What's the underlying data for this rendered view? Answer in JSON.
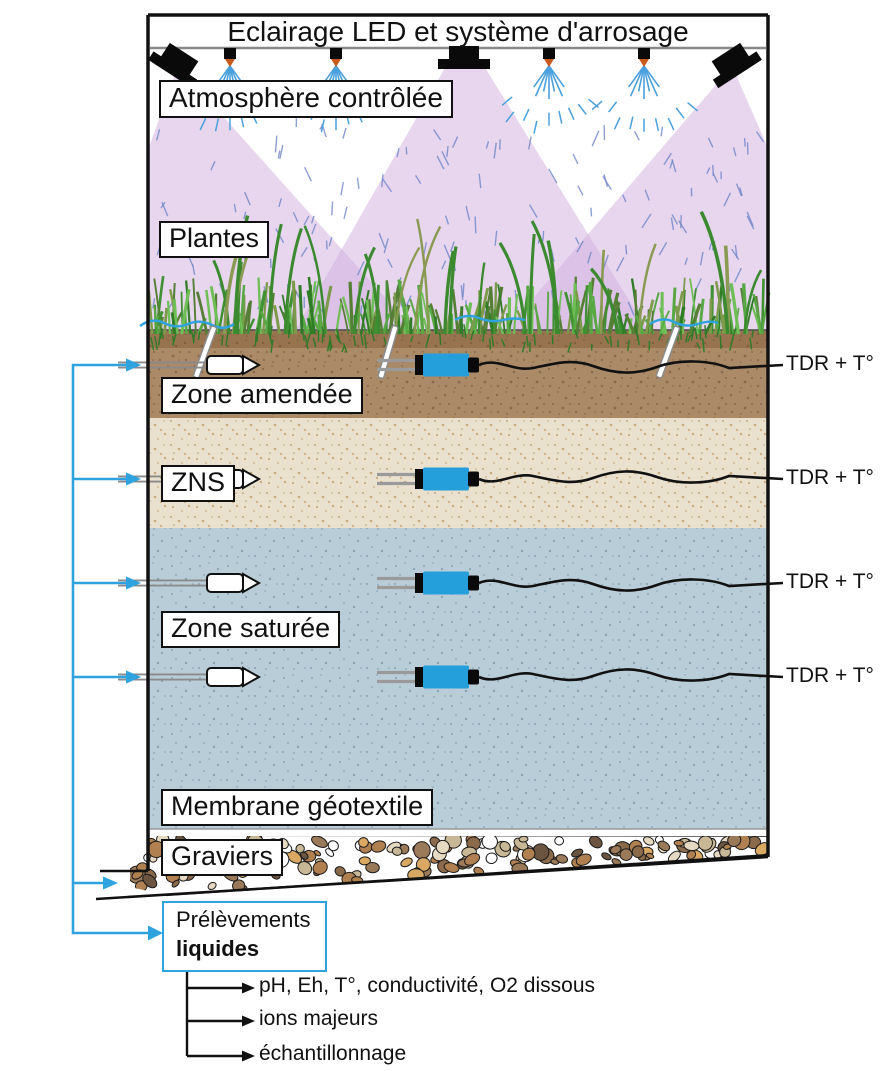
{
  "title": "Eclairage LED et système d'arrosage",
  "zones": {
    "atmosphere": "Atmosphère contrôlée",
    "plants": "Plantes",
    "amended": "Zone amendée",
    "zns": "ZNS",
    "saturated": "Zone saturée",
    "membrane": "Membrane géotextile",
    "gravel": "Graviers"
  },
  "sensors": {
    "tdr_labels": [
      "TDR + T°",
      "TDR + T°",
      "TDR + T°",
      "TDR + T°"
    ]
  },
  "sampling": {
    "box_line1": "Prélèvements",
    "box_line2": "liquides",
    "analyses": [
      "pH, Eh, T°, conductivité, O2 dissous",
      "ions majeurs",
      "échantillonnage"
    ]
  },
  "colors": {
    "accent_blue": "#2ea3df",
    "tdr_probe_blue": "#259fdb",
    "light_cone_purple": "#cfaede",
    "amended_brown": "#ab8a68",
    "amended_top_brown": "#97744f",
    "zns_beige": "#e9e1ce",
    "saturated_bluegray": "#b9cdd8",
    "spray_blue": "#4aa0dc"
  }
}
